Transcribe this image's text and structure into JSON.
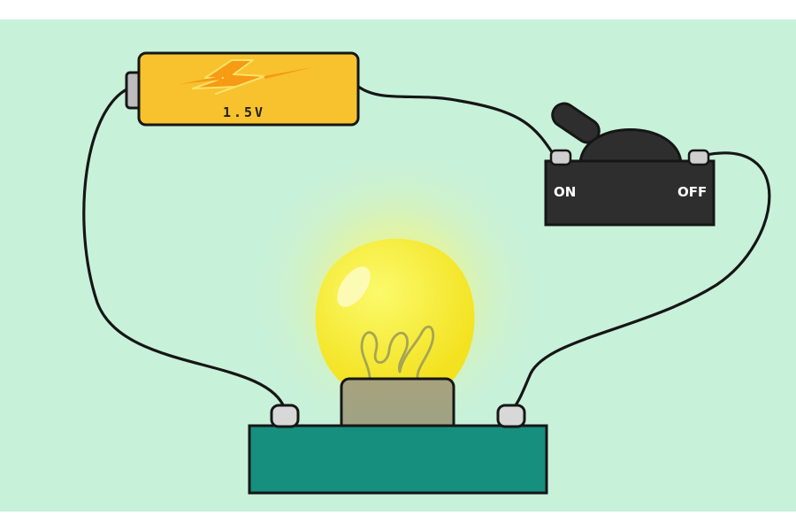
{
  "battery": {
    "voltage_label": "1.5V"
  },
  "switch": {
    "on_label": "ON",
    "off_label": "OFF"
  },
  "colors": {
    "background": "#c8f1d9",
    "battery_body": "#f7c22d",
    "bolt": "#f79a14",
    "switch_body": "#2e2e2e",
    "base": "#168f7f",
    "bulb_glow": "#f3ef36",
    "bulb_socket": "#a9a37c",
    "wire": "#161616"
  }
}
